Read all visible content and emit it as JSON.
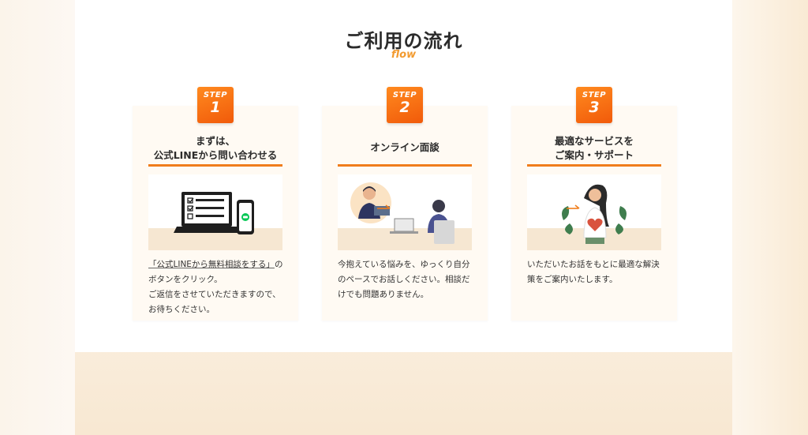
{
  "section": {
    "title": "ご利用の流れ",
    "subtitle": "flow"
  },
  "steps": [
    {
      "step_word": "STEP",
      "number": "1",
      "heading_line1": "まずは、",
      "heading_line2": "公式LINEから問い合わせる",
      "link_text": "「公式LINEから無料相談をする」",
      "text_after_link": "のボタンをクリック。",
      "text_rest": "ご返信をさせていただきますので、お待ちください。"
    },
    {
      "step_word": "STEP",
      "number": "2",
      "heading": "オンライン面談",
      "text": "今抱えている悩みを、ゆっくり自分のペースでお話しください。相談だけでも問題ありません。"
    },
    {
      "step_word": "STEP",
      "number": "3",
      "heading_line1": "最適なサービスを",
      "heading_line2": "ご案内・サポート",
      "text": "いただいたお話をもとに最適な解決策をご案内いたします。"
    }
  ],
  "icons": {
    "arrow": "arrow-right-icon",
    "laptop": "laptop-checklist-illustration",
    "phone": "line-phone-illustration",
    "meeting": "online-meeting-illustration",
    "support": "woman-heart-illustration"
  },
  "colors": {
    "accent": "#f07d1c",
    "badge_start": "#ff8a1f",
    "badge_end": "#f15a0a",
    "subtitle": "#f29a2e",
    "card_bg": "#fffaf3"
  }
}
